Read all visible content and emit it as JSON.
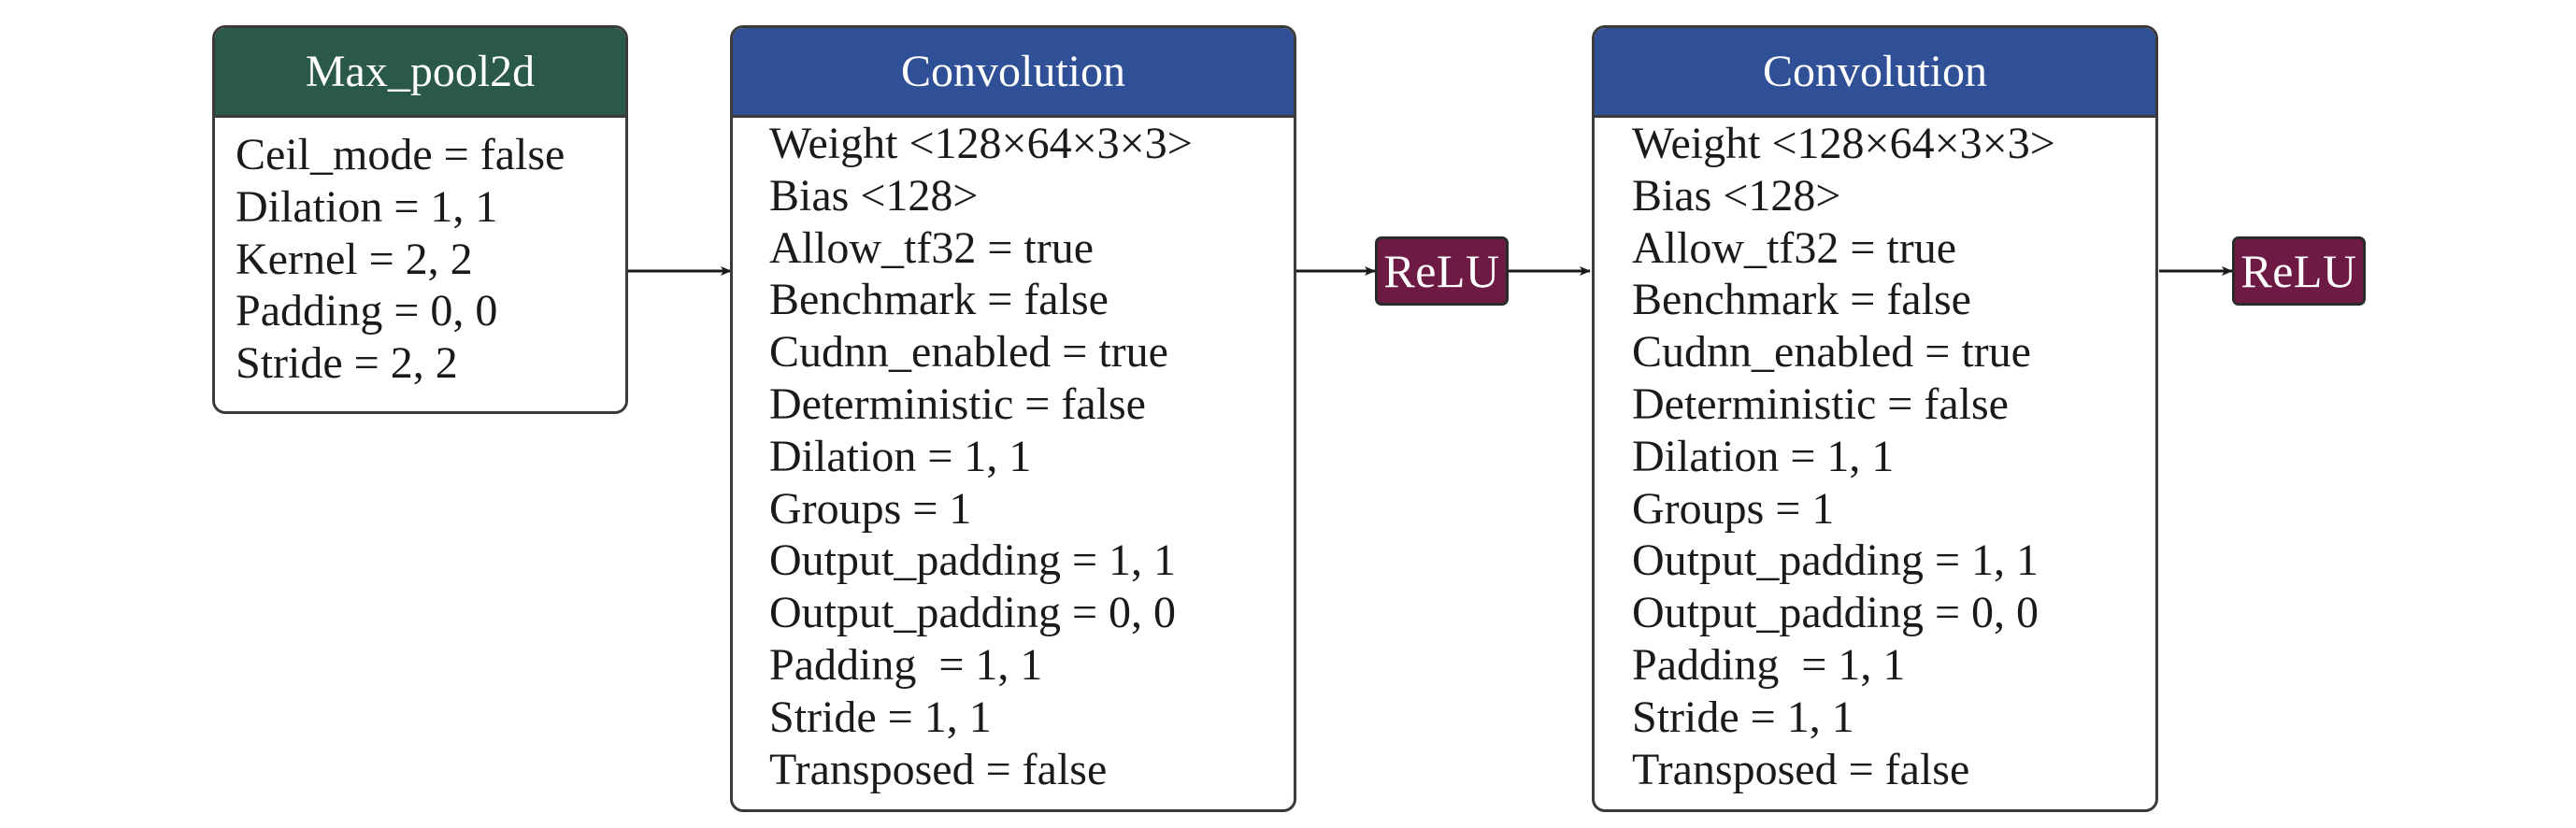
{
  "nodes": {
    "maxpool": {
      "title": "Max_pool2d",
      "attributes": [
        "Ceil_mode = false",
        "Dilation = 1, 1",
        "Kernel = 2, 2",
        "Padding = 0, 0",
        "Stride = 2, 2"
      ]
    },
    "conv1": {
      "title": "Convolution",
      "attributes": [
        "Weight <128×64×3×3>",
        "Bias <128>",
        "Allow_tf32 = true",
        "Benchmark = false",
        "Cudnn_enabled = true",
        "Deterministic = false",
        "Dilation = 1, 1",
        "Groups = 1",
        "Output_padding = 1, 1",
        "Output_padding = 0, 0",
        "Padding  = 1, 1",
        "Stride = 1, 1",
        "Transposed = false"
      ]
    },
    "relu1": {
      "title": "ReLU"
    },
    "conv2": {
      "title": "Convolution",
      "attributes": [
        "Weight <128×64×3×3>",
        "Bias <128>",
        "Allow_tf32 = true",
        "Benchmark = false",
        "Cudnn_enabled = true",
        "Deterministic = false",
        "Dilation = 1, 1",
        "Groups = 1",
        "Output_padding = 1, 1",
        "Output_padding = 0, 0",
        "Padding  = 1, 1",
        "Stride = 1, 1",
        "Transposed = false"
      ]
    },
    "relu2": {
      "title": "ReLU"
    }
  },
  "colors": {
    "maxpool_header": "#2a5947",
    "conv_header": "#2f4f96",
    "relu_fill": "#6d1a45",
    "edge": "#1a1a1a"
  }
}
